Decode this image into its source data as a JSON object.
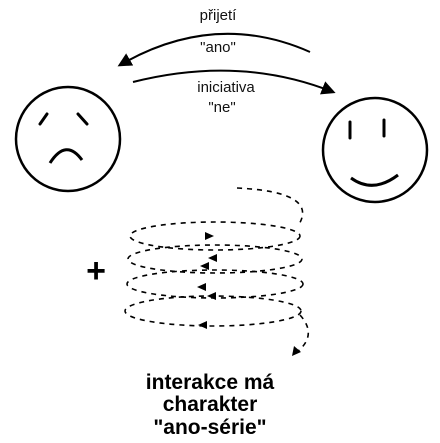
{
  "labels": {
    "arrow_top_line1": "přijetí",
    "arrow_top_line2": "\"ano\"",
    "arrow_bottom_line1": "iniciativa",
    "arrow_bottom_line2": "\"ne\""
  },
  "plus_sign": "+",
  "caption": {
    "line1": "interakce má",
    "line2": "charakter",
    "line3": "\"ano-série\""
  },
  "icons": {
    "left": "sad-face",
    "right": "smiling-face"
  }
}
